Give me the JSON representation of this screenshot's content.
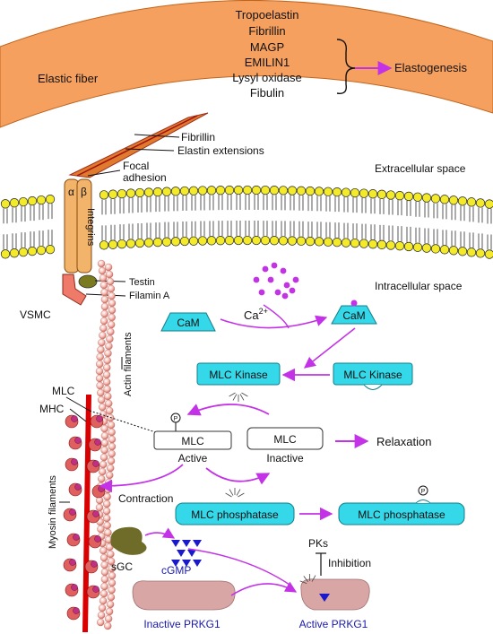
{
  "fiber": {
    "label": "Elastic fiber",
    "components": [
      "Tropoelastin",
      "Fibrillin",
      "MAGP",
      "EMILIN1",
      "Lysyl oxidase",
      "Fibulin"
    ],
    "outcome": "Elastogenesis"
  },
  "links": {
    "fibrillin": "Fibrillin",
    "elastin_ext": "Elastin extensions",
    "focal1": "Focal",
    "focal2": "adhesion"
  },
  "spaces": {
    "extra": "Extracellular space",
    "intra": "Intracellular space"
  },
  "integrin": {
    "alpha": "α",
    "beta": "β",
    "label": "Integrins"
  },
  "cell": {
    "testin": "Testin",
    "filamin": "Filamin A",
    "vsmc": "VSMC",
    "actin": "Actin filaments",
    "myosin": "Myosin filaments",
    "mlc": "MLC",
    "mhc": "MHC"
  },
  "calcium": {
    "ca": "Ca",
    "sup": "2+",
    "cam1": "CaM",
    "cam2": "CaM"
  },
  "kinase": {
    "k1": "MLC Kinase",
    "k2": "MLC Kinase"
  },
  "p_symbol": "P",
  "mlc": {
    "active_box": "MLC",
    "active": "Active",
    "inactive_box": "MLC",
    "inactive": "Inactive",
    "relaxation": "Relaxation",
    "contraction": "Contraction"
  },
  "phosphatase": {
    "p1": "MLC phosphatase",
    "p2": "MLC phosphatase"
  },
  "signaling": {
    "pks": "PKs",
    "inhibition": "Inhibition",
    "sgc": "sGC",
    "cgmp": "cGMP",
    "inactive_prkg": "Inactive PRKG1",
    "active_prkg": "Active PRKG1"
  },
  "colors": {
    "fiber": "#f6a060",
    "fiber_edge": "#c0651c",
    "lipid": "#f2ea2a",
    "cyan": "#35d8e8",
    "magenta": "#c332e6",
    "myosin": "#d80000",
    "actin": "#f6c3bd",
    "prkg": "#d9a6a6",
    "sgc": "#6e6c28",
    "cgmp": "#1a1acc"
  }
}
